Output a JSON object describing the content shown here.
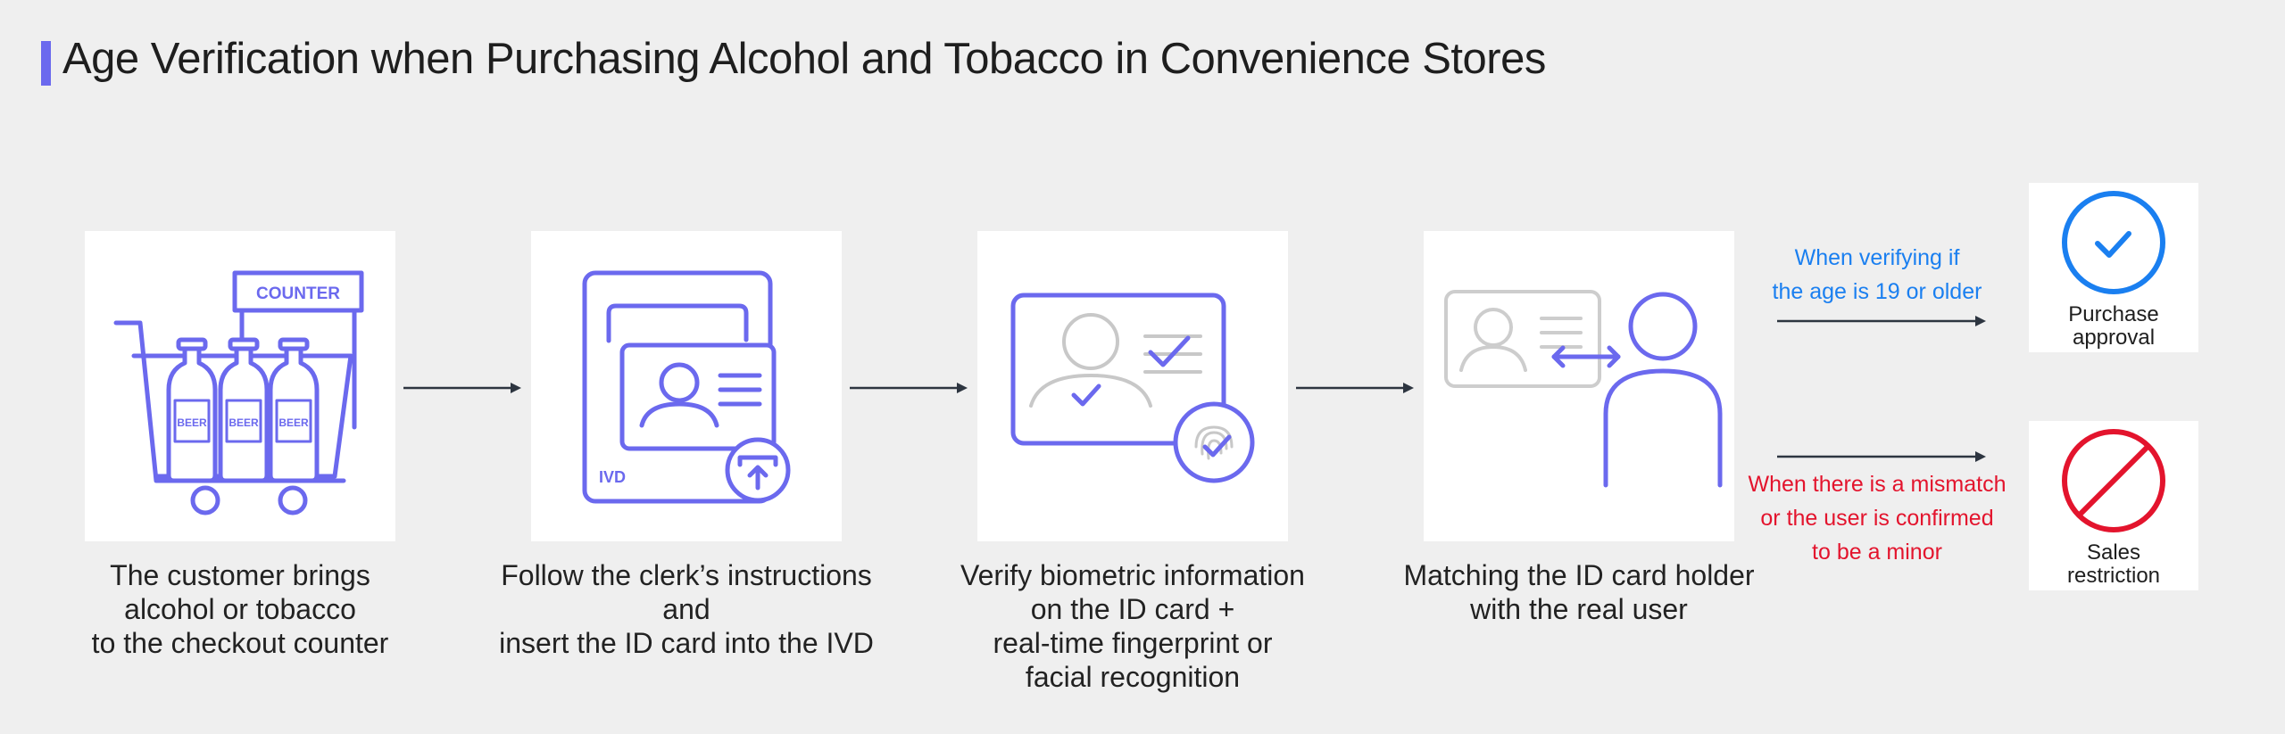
{
  "title": "Age Verification when Purchasing Alcohol and Tobacco in Convenience Stores",
  "colors": {
    "accent": "#6b69ee",
    "approval": "#1a7ff0",
    "restriction": "#e3142d",
    "line": "#2d3540"
  },
  "steps": [
    {
      "icon": "shopping-cart-with-beer-bottles",
      "counter_label": "COUNTER",
      "bottle_label": "BEER",
      "caption": "The customer brings\nalcohol or tobacco\nto the checkout counter"
    },
    {
      "icon": "id-card-into-ivd",
      "device_label": "IVD",
      "caption": "Follow the clerk’s instructions and\ninsert the ID card into the IVD"
    },
    {
      "icon": "biometric-id-card",
      "caption": "Verify biometric information\non the ID card +\nreal-time fingerprint or\nfacial recognition"
    },
    {
      "icon": "id-card-holder-matching",
      "caption": "Matching the ID card holder\nwith the real user"
    }
  ],
  "outcomes": {
    "approval": {
      "condition": "When verifying if\nthe age is 19 or older",
      "label": "Purchase\napproval",
      "icon": "check-circle-icon"
    },
    "restriction": {
      "condition": "When there is a mismatch\nor the user is confirmed\nto be a minor",
      "label": "Sales\nrestriction",
      "icon": "prohibited-icon"
    }
  }
}
